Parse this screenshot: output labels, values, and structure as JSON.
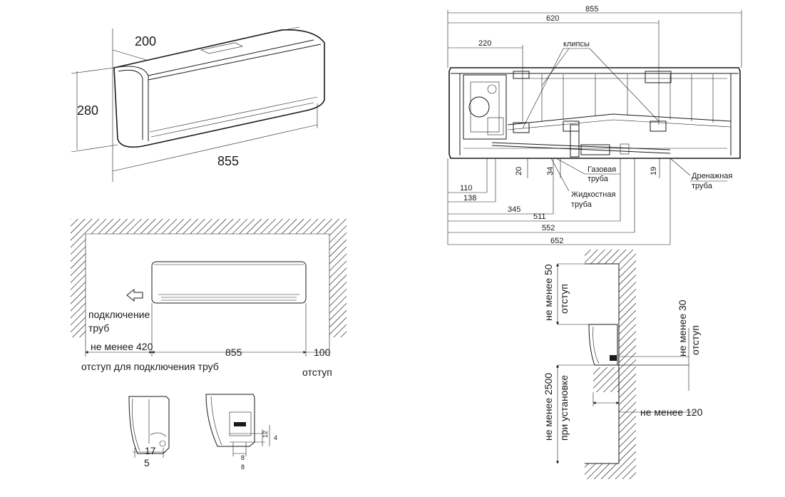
{
  "iso_view": {
    "depth": "200",
    "height": "280",
    "width": "855"
  },
  "front_view": {
    "left_clearance_label": "не менее 420",
    "unit_width": "855",
    "right_clearance": "100",
    "pipe_connection_text": "подключение",
    "pipe_connection_text2": "труб",
    "pipe_clearance_caption": "отступ для подключения труб",
    "right_caption": "отступ"
  },
  "rear_view": {
    "total_width": "855",
    "span_620": "620",
    "span_220": "220",
    "clips_label": "клипсы",
    "dim_20": "20",
    "dim_34": "34",
    "dim_19": "19",
    "gas_pipe_line1": "Газовая",
    "gas_pipe_line2": "труба",
    "liquid_pipe_line1": "Жидкостная",
    "liquid_pipe_line2": "труба",
    "drain_pipe_line1": "Дренажная",
    "drain_pipe_line2": "труба",
    "dim_110": "110",
    "dim_138": "138",
    "dim_345": "345",
    "dim_511": "511",
    "dim_552": "552",
    "dim_652": "652"
  },
  "side_view": {
    "top_clearance_line1": "не менее 50",
    "top_clearance_line2": "отступ",
    "side_clearance_line1": "не менее 30",
    "side_clearance_line2": "отступ",
    "install_height_line1": "не менее 2500",
    "install_height_line2": "при установке",
    "floor_clearance": "не менее 120"
  },
  "detail_views": {
    "left_dim_17": "17",
    "left_dim_5": "5",
    "right_dim_12": "12",
    "right_dim_4": "4",
    "right_dim_8a": "8",
    "right_dim_8b": "8"
  },
  "colors": {
    "line": "#1a1a1a",
    "hatch": "#1a1a1a",
    "background": "#ffffff"
  }
}
